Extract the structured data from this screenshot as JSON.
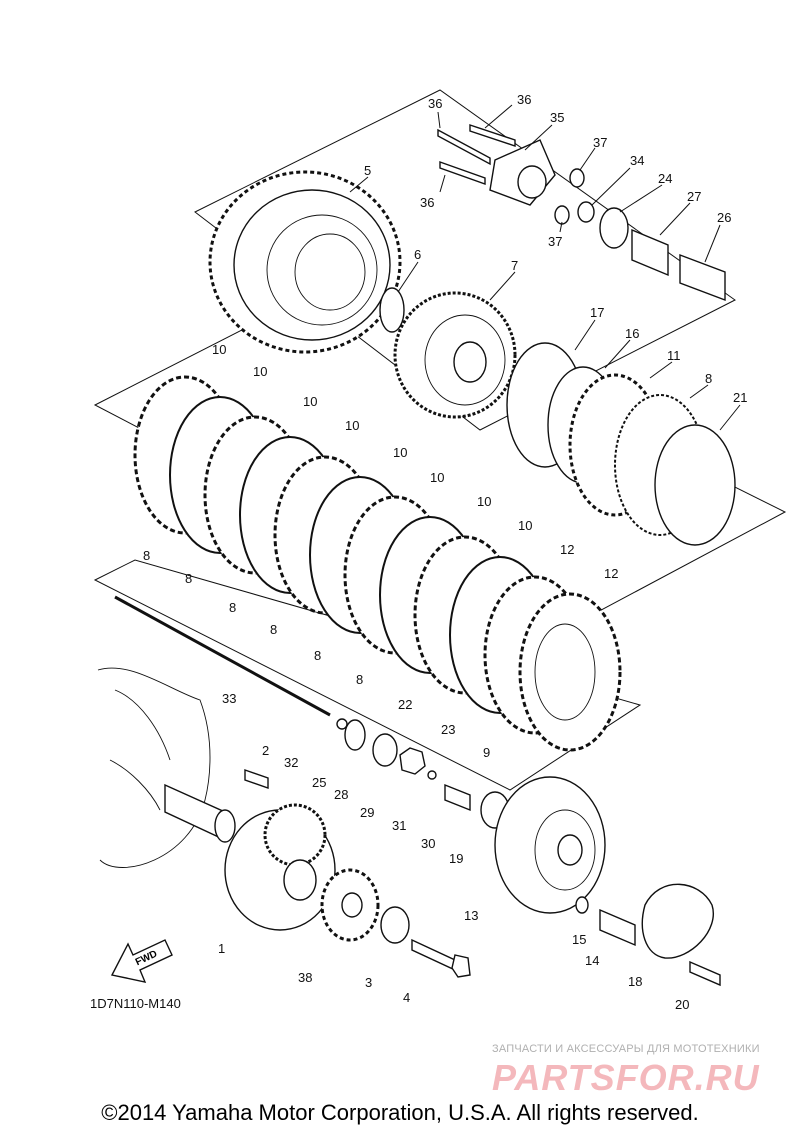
{
  "drawing_code": "1D7N110-M140",
  "copyright": "©2014 Yamaha Motor Corporation, U.S.A. All rights reserved.",
  "watermark": {
    "caption": "ЗАПЧАСТИ И АКСЕССУАРЫ ДЛЯ МОТОТЕХНИКИ",
    "logo": "PARTSFOR.RU"
  },
  "fwd_label": "FWD",
  "callouts": [
    "36",
    "36",
    "35",
    "37",
    "34",
    "24",
    "27",
    "26",
    "36",
    "37",
    "5",
    "6",
    "7",
    "17",
    "16",
    "11",
    "8",
    "21",
    "10",
    "10",
    "10",
    "10",
    "10",
    "10",
    "10",
    "10",
    "12",
    "12",
    "8",
    "8",
    "8",
    "8",
    "8",
    "8",
    "22",
    "23",
    "9",
    "33",
    "2",
    "32",
    "25",
    "28",
    "29",
    "31",
    "30",
    "19",
    "1",
    "38",
    "3",
    "4",
    "13",
    "15",
    "14",
    "18",
    "20"
  ]
}
